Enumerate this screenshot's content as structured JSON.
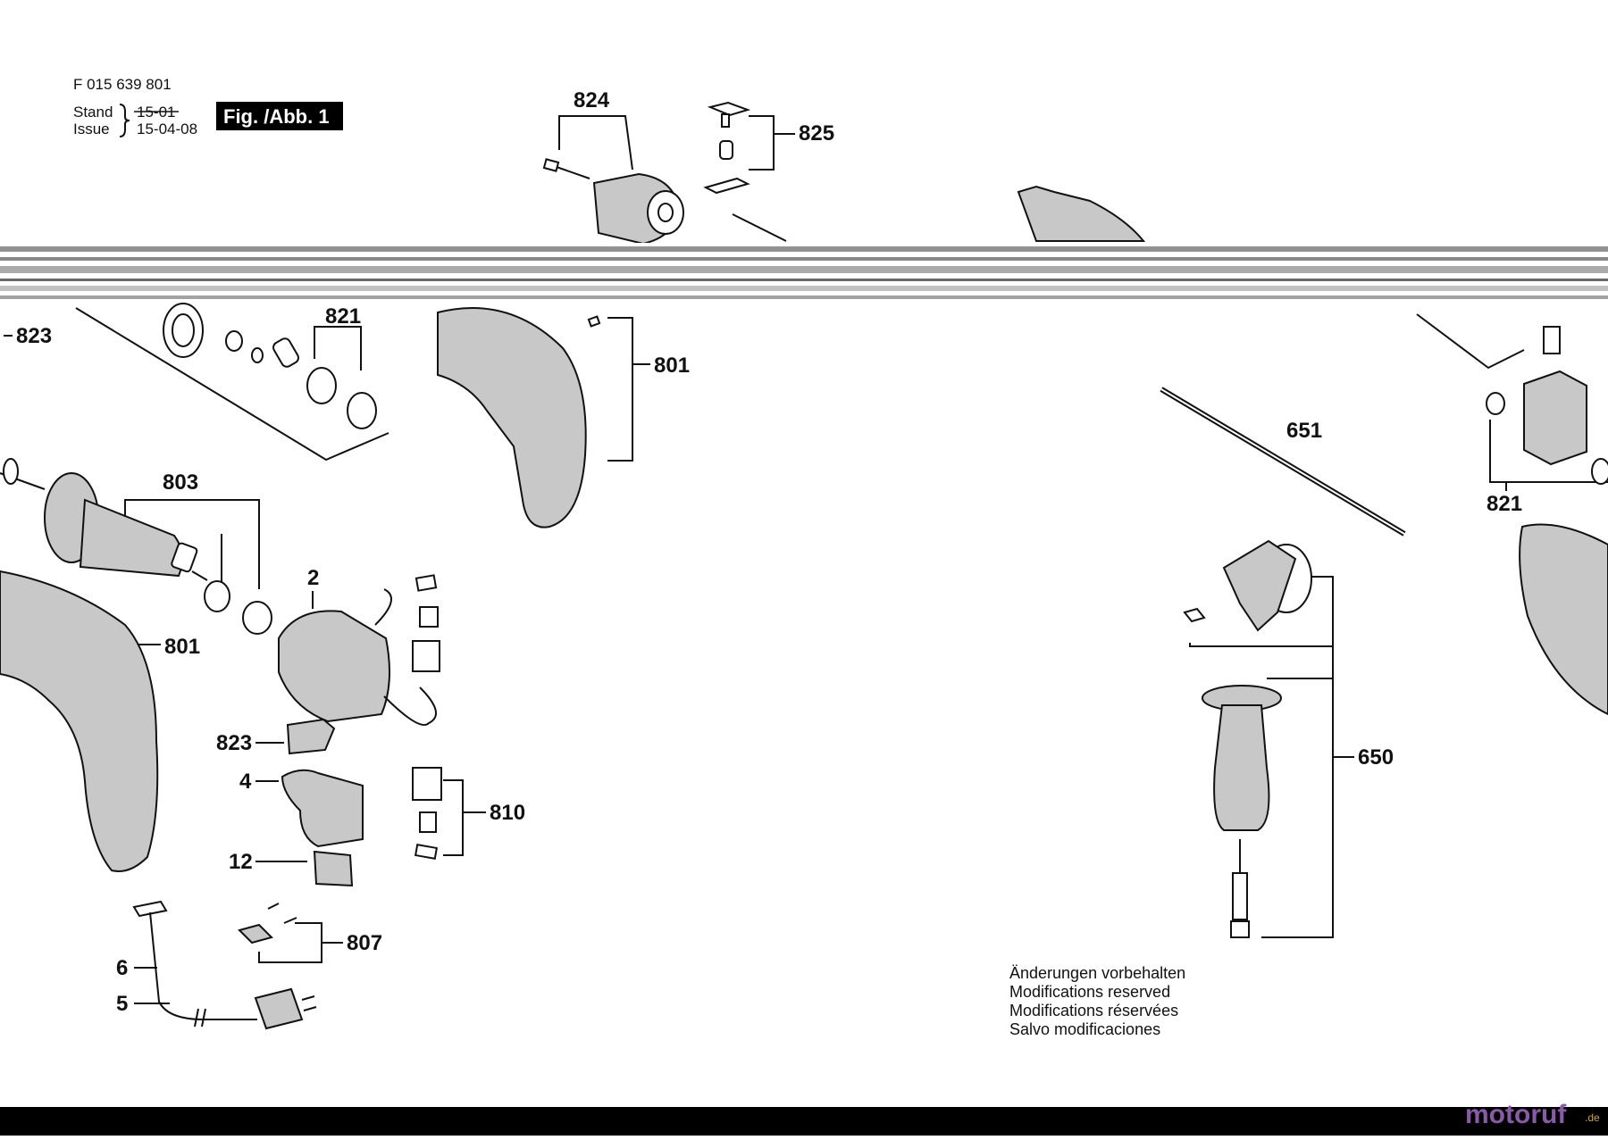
{
  "header": {
    "doc_number": "F 015 639 801",
    "stand_label": "Stand",
    "issue_label": "Issue",
    "old_date": "15-01",
    "new_date": "15-04-08",
    "fig_badge": "Fig. /Abb. 1"
  },
  "part_labels": {
    "p824": "824",
    "p825": "825",
    "p823_top": "823",
    "p821_left": "821",
    "p801_top": "801",
    "p803": "803",
    "p801_left": "801",
    "p2": "2",
    "p823_mid": "823",
    "p4": "4",
    "p810": "810",
    "p12": "12",
    "p807": "807",
    "p6": "6",
    "p5": "5",
    "p651": "651",
    "p821_right": "821",
    "p650": "650"
  },
  "notes": [
    "Änderungen vorbehalten",
    "Modifications reserved",
    "Modifications réservées",
    "Salvo modificaciones"
  ],
  "watermark": "motoruf",
  "watermark_suffix": ".de",
  "colors": {
    "footer_bar": "#000000",
    "badge_bg": "#000000",
    "watermark_a": "#8a5aa8",
    "watermark_b": "#c9a14a"
  }
}
